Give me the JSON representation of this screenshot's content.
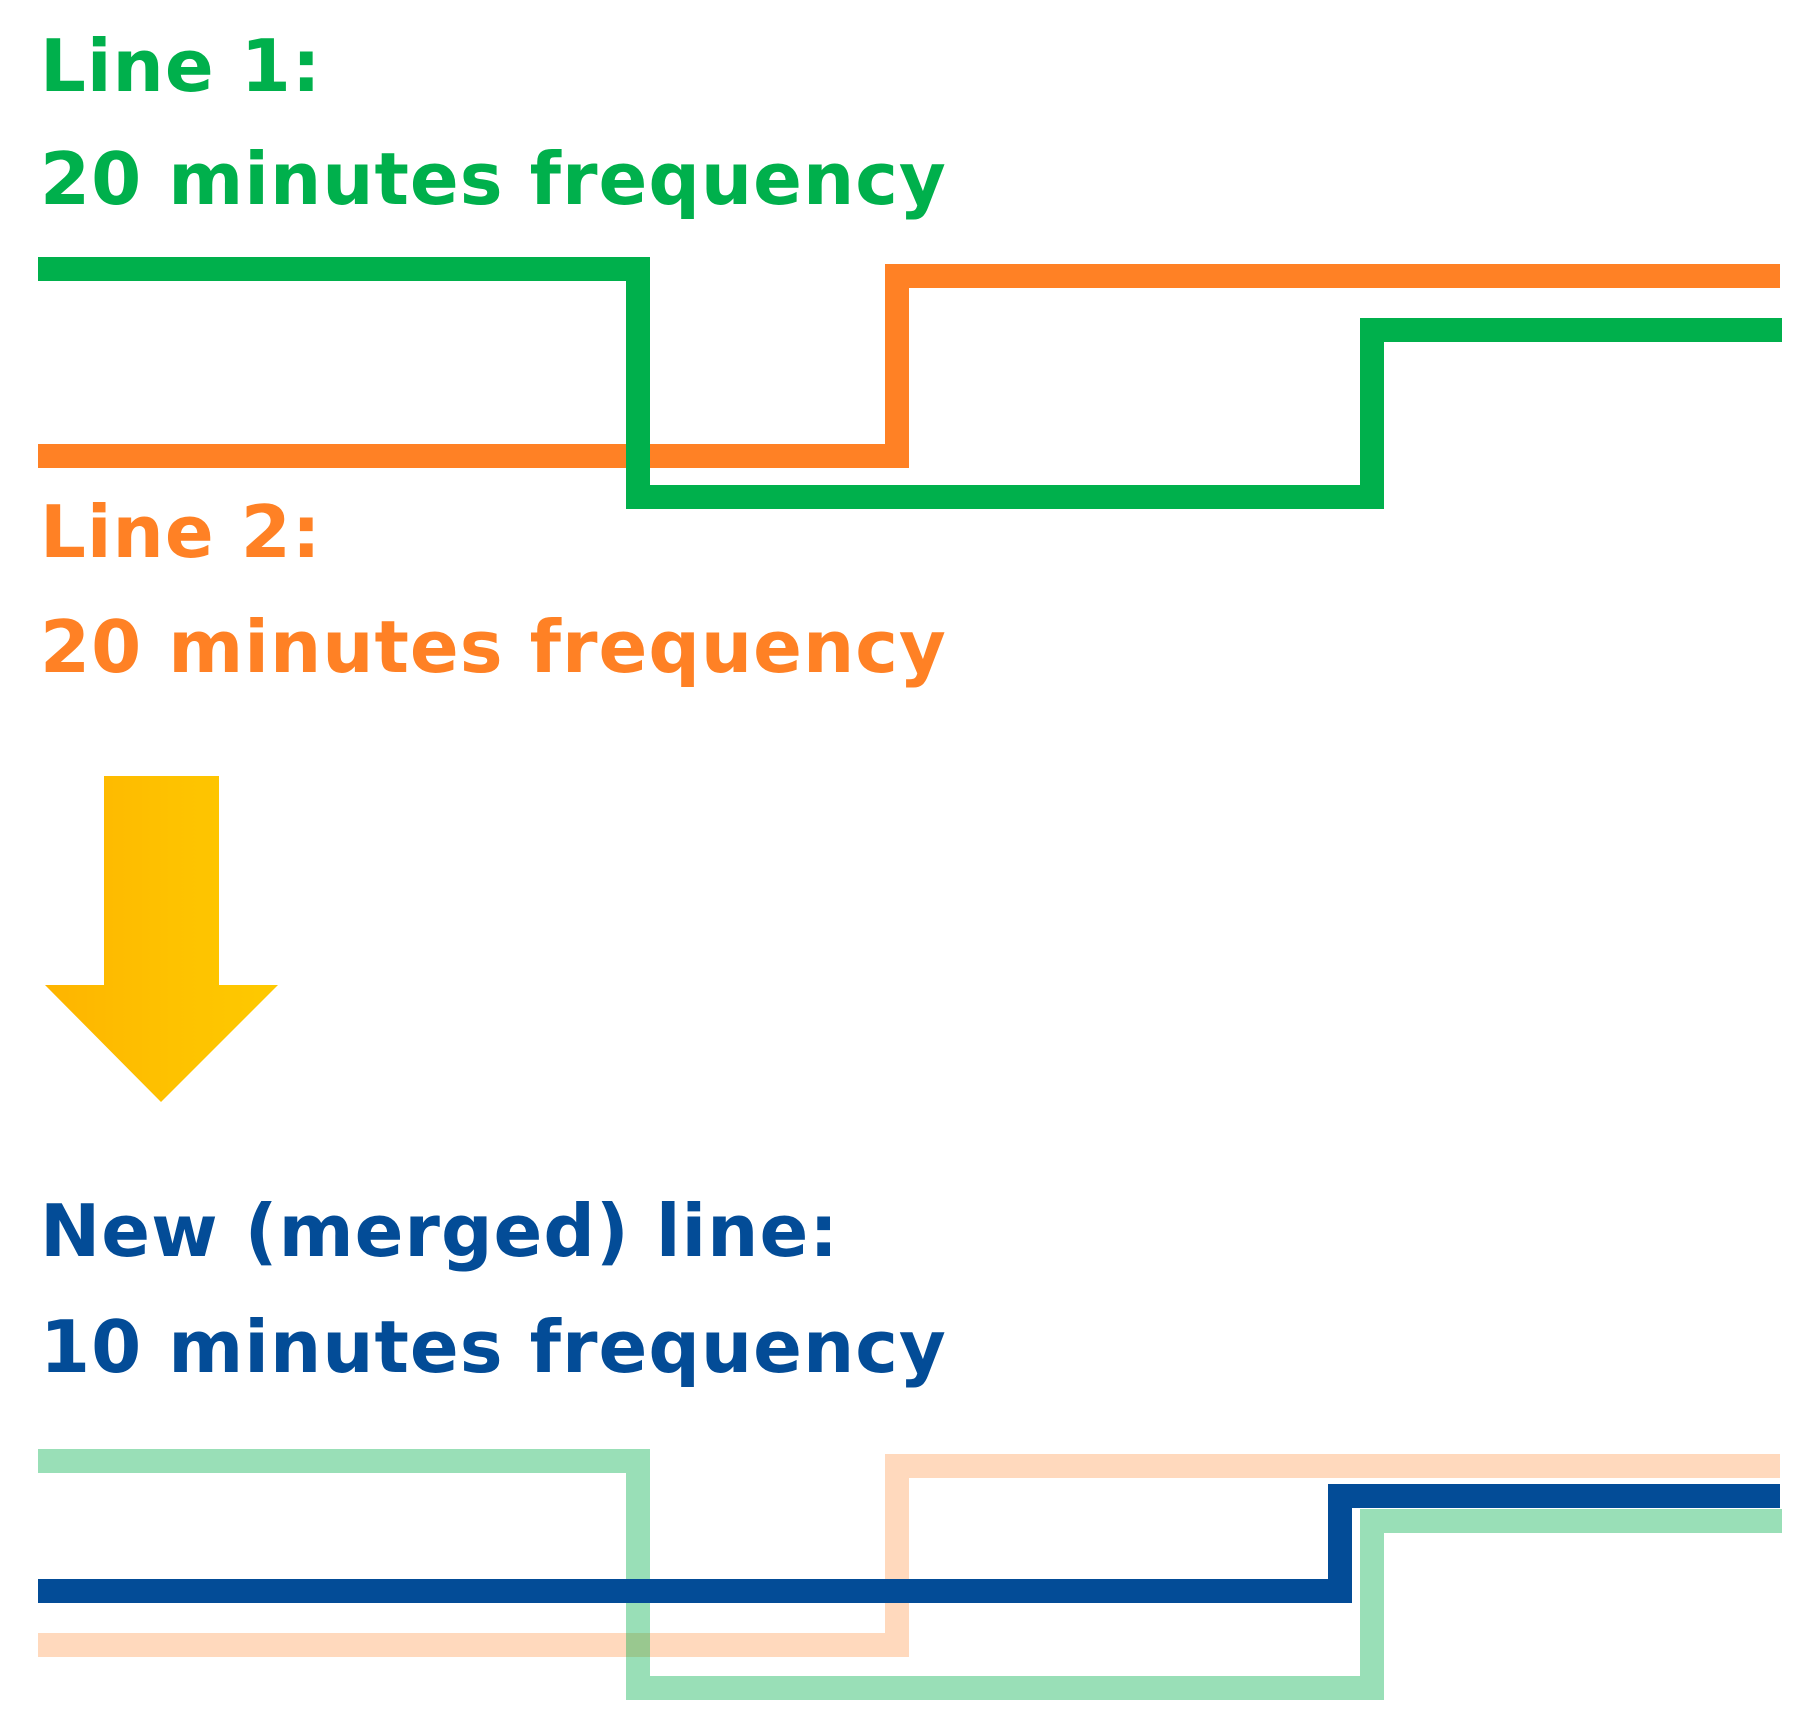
{
  "line1": {
    "title": "Line 1:",
    "frequency": "20 minutes frequency",
    "color": "#00B04C"
  },
  "line2": {
    "title": "Line 2:",
    "frequency": "20 minutes frequency",
    "color": "#FF8125"
  },
  "merged": {
    "title": "New (merged) line:",
    "frequency": "10 minutes frequency",
    "color": "#034C97"
  },
  "arrow": {
    "icon": "down-arrow-icon",
    "color": "#FEC200"
  }
}
